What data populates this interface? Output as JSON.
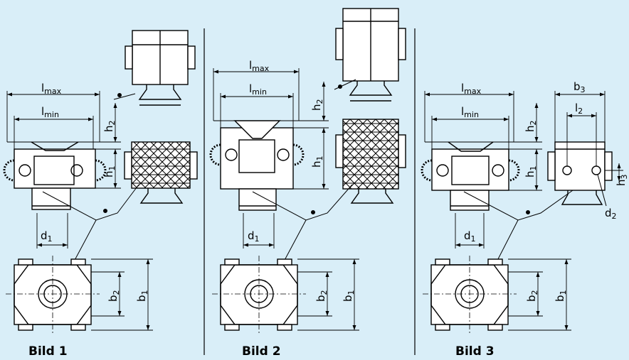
{
  "colors": {
    "background": "#d9eef8",
    "line": "#000000"
  },
  "figures": [
    {
      "caption": "Bild 1",
      "labels": {
        "l_max": {
          "main": "l",
          "sub": "max"
        },
        "l_min": {
          "main": "l",
          "sub": "min"
        },
        "h2": {
          "main": "h",
          "sub": "2"
        },
        "h1": {
          "main": "h",
          "sub": "1"
        },
        "d1": {
          "main": "d",
          "sub": "1"
        },
        "b2": {
          "main": "b",
          "sub": "2"
        },
        "b1": {
          "main": "b",
          "sub": "1"
        }
      }
    },
    {
      "caption": "Bild 2",
      "labels": {
        "l_max": {
          "main": "l",
          "sub": "max"
        },
        "l_min": {
          "main": "l",
          "sub": "min"
        },
        "h2": {
          "main": "h",
          "sub": "2"
        },
        "h1": {
          "main": "h",
          "sub": "1"
        },
        "d1": {
          "main": "d",
          "sub": "1"
        },
        "b2": {
          "main": "b",
          "sub": "2"
        },
        "b1": {
          "main": "b",
          "sub": "1"
        }
      }
    },
    {
      "caption": "Bild 3",
      "labels": {
        "l_max": {
          "main": "l",
          "sub": "max"
        },
        "l_min": {
          "main": "l",
          "sub": "min"
        },
        "h2": {
          "main": "h",
          "sub": "2"
        },
        "h1": {
          "main": "h",
          "sub": "1"
        },
        "d1": {
          "main": "d",
          "sub": "1"
        },
        "b2": {
          "main": "b",
          "sub": "2"
        },
        "b1": {
          "main": "b",
          "sub": "1"
        },
        "b3": {
          "main": "b",
          "sub": "3"
        },
        "l2": {
          "main": "l",
          "sub": "2"
        },
        "h3": {
          "main": "h",
          "sub": "3"
        },
        "d2": {
          "main": "d",
          "sub": "2"
        }
      }
    }
  ]
}
